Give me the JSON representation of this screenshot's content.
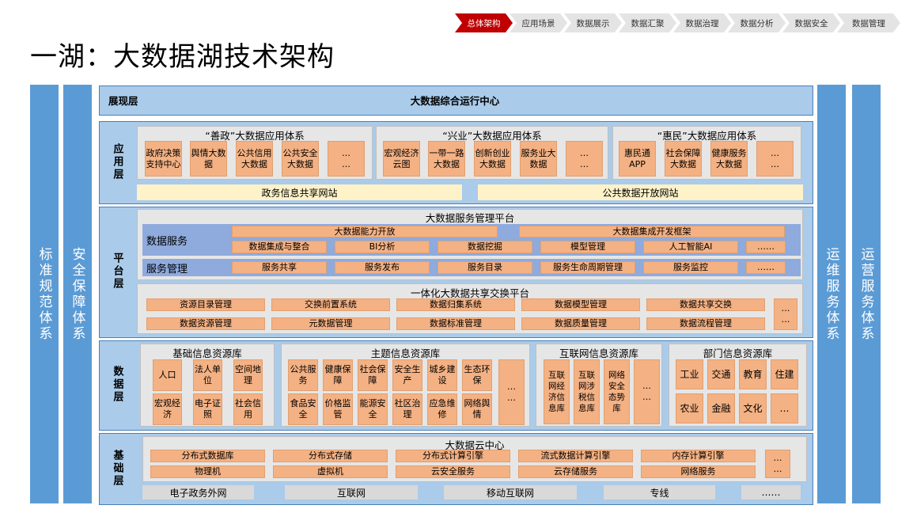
{
  "breadcrumb": [
    "总体架构",
    "应用场景",
    "数据展示",
    "数据汇聚",
    "数据治理",
    "数据分析",
    "数据安全",
    "数据管理"
  ],
  "title": "一湖：大数据湖技术架构",
  "side": {
    "left1": "标准规范体系",
    "left2": "安全保障体系",
    "right1": "运维服务体系",
    "right2": "运营服务体系"
  },
  "presentation": {
    "label": "展现层",
    "center": "大数据综合运行中心"
  },
  "app": {
    "label": "应用层",
    "groups": [
      {
        "title": "“善政”大数据应用体系",
        "items": [
          "政府决策支持中心",
          "舆情大数据",
          "公共信用大数据",
          "公共安全大数据",
          "…\n…"
        ]
      },
      {
        "title": "“兴业”大数据应用体系",
        "items": [
          "宏观经济云图",
          "一带一路大数据",
          "创新创业大数据",
          "服务业大数据",
          "…\n…"
        ]
      },
      {
        "title": "“惠民”大数据应用体系",
        "items": [
          "惠民通APP",
          "社会保障大数据",
          "健康服务大数据",
          "…\n…"
        ]
      }
    ],
    "portal1": "政务信息共享网站",
    "portal2": "公共数据开放网站"
  },
  "platform": {
    "label": "平台层",
    "mgmt_title": "大数据服务管理平台",
    "data_service": "数据服务",
    "ability": "大数据能力开放",
    "framework": "大数据集成开发框架",
    "ds_items": [
      "数据集成与整合",
      "BI分析",
      "数据挖掘",
      "模型管理",
      "人工智能AI",
      "……"
    ],
    "service_mgmt": "服务管理",
    "sm_items": [
      "服务共享",
      "服务发布",
      "服务目录",
      "服务生命周期管理",
      "服务监控",
      "……"
    ],
    "exchange_title": "一体化大数据共享交换平台",
    "ex_row1": [
      "资源目录管理",
      "交换前置系统",
      "数据归集系统",
      "数据模型管理",
      "数据共享交换"
    ],
    "ex_row2": [
      "数据资源管理",
      "元数据管理",
      "数据标准管理",
      "数据质量管理",
      "数据流程管理"
    ],
    "ex_more": "…\n…"
  },
  "data": {
    "label": "数据层",
    "basic": {
      "title": "基础信息资源库",
      "items": [
        "人口",
        "法人单位",
        "空间地理",
        "宏观经济",
        "电子证照",
        "社会信用"
      ]
    },
    "theme": {
      "title": "主题信息资源库",
      "items": [
        "公共服务",
        "健康保障",
        "社会保障",
        "安全生产",
        "城乡建设",
        "生态环保",
        "食品安全",
        "价格监管",
        "能源安全",
        "社区治理",
        "应急维修",
        "网络舆情"
      ],
      "more": "…\n…"
    },
    "internet": {
      "title": "互联网信息资源库",
      "items": [
        "互联网经济信息库",
        "互联网涉税信息库",
        "网络安全态势库"
      ],
      "more": "…\n…"
    },
    "dept": {
      "title": "部门信息资源库",
      "items": [
        "工业",
        "交通",
        "教育",
        "住建",
        "农业",
        "金融",
        "文化",
        "…"
      ]
    }
  },
  "base": {
    "label": "基础层",
    "cloud_title": "大数据云中心",
    "row1": [
      "分布式数据库",
      "分布式存储",
      "分布式计算引擎",
      "流式数据计算引擎",
      "内存计算引擎"
    ],
    "row2": [
      "物理机",
      "虚拟机",
      "云安全服务",
      "云存储服务",
      "网络服务"
    ],
    "more": "…\n…",
    "nets": [
      "电子政务外网",
      "互联网",
      "移动互联网",
      "专线",
      "……"
    ]
  }
}
